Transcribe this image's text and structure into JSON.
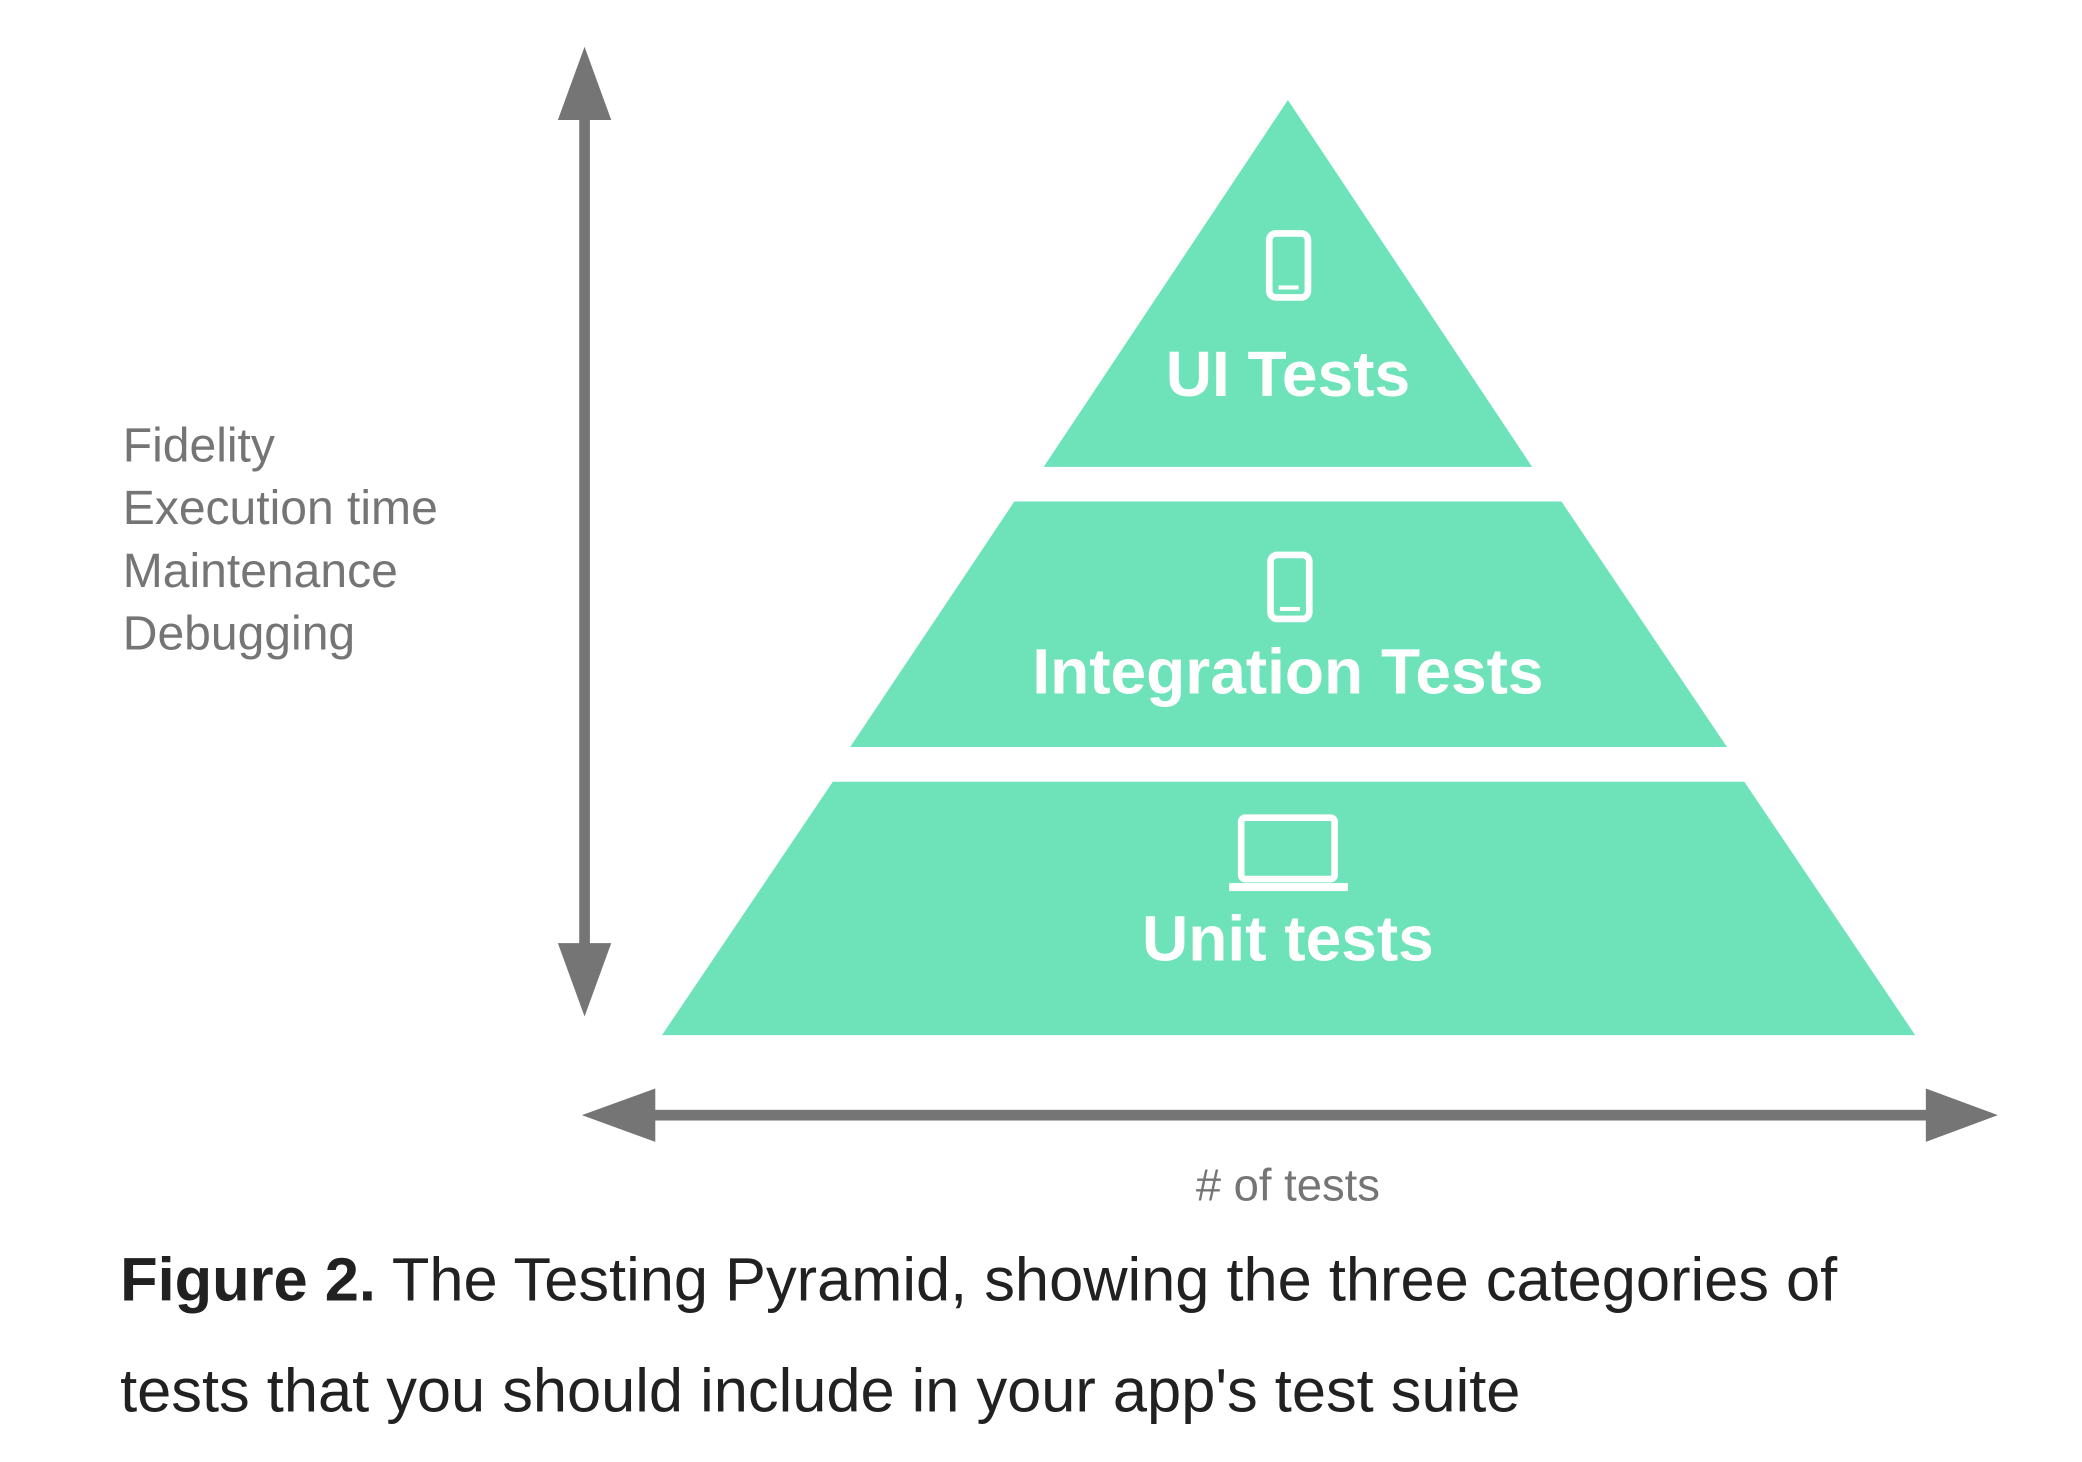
{
  "colors": {
    "layer": "#6ee3b9",
    "arrow": "#757575",
    "text_gray": "#757575",
    "caption": "#212121"
  },
  "side_labels": [
    "Fidelity",
    "Execution time",
    "Maintenance",
    "Debugging"
  ],
  "layers": [
    {
      "label": "UI Tests",
      "icon": "phone-icon"
    },
    {
      "label": "Integration Tests",
      "icon": "phone-icon"
    },
    {
      "label": "Unit tests",
      "icon": "laptop-icon"
    }
  ],
  "x_axis_label": "# of tests",
  "caption": {
    "bold": "Figure 2.",
    "line1": " The Testing Pyramid, showing the three categories of",
    "line2": "tests that you should include in your app's test suite"
  }
}
